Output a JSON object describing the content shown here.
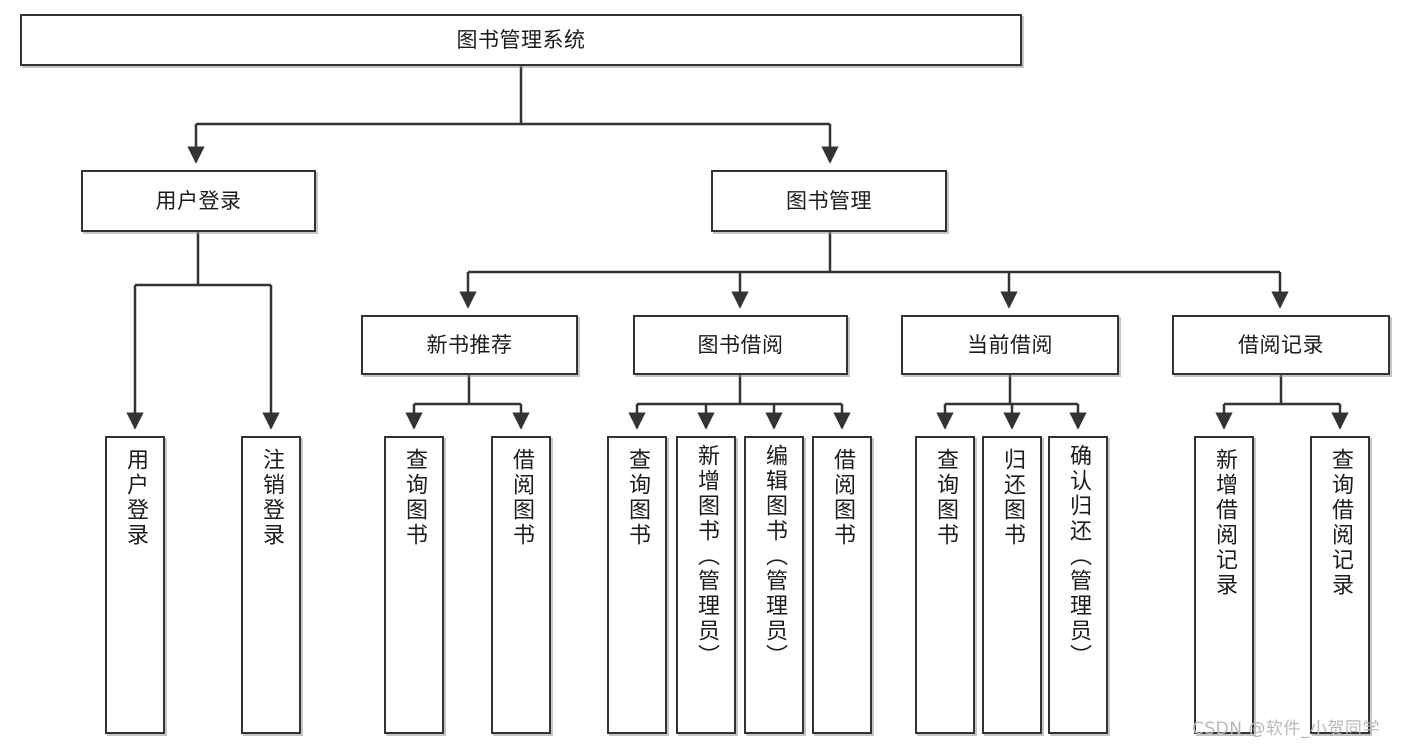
{
  "diagram": {
    "type": "tree-hierarchy",
    "title": "图书管理系统",
    "watermark": "CSDN @软件_小贺同学",
    "colors": {
      "background": "#ffffff",
      "box_border": "#333333",
      "box_fill": "#ffffff",
      "connector": "#333333",
      "text": "#1c1c1c",
      "watermark": "#b9b9b9"
    },
    "root": {
      "label": "图书管理系统",
      "orientation": "horizontal"
    },
    "level2": [
      {
        "label": "用户登录",
        "orientation": "horizontal"
      },
      {
        "label": "图书管理",
        "orientation": "horizontal"
      }
    ],
    "level3": [
      {
        "label": "新书推荐",
        "orientation": "horizontal"
      },
      {
        "label": "图书借阅",
        "orientation": "horizontal"
      },
      {
        "label": "当前借阅",
        "orientation": "horizontal"
      },
      {
        "label": "借阅记录",
        "orientation": "horizontal"
      }
    ],
    "leaves": {
      "user_login": [
        {
          "label": "用户登录",
          "orientation": "vertical"
        },
        {
          "label": "注销登录",
          "orientation": "vertical"
        }
      ],
      "new_book_recommend": [
        {
          "label": "查询图书",
          "orientation": "vertical"
        },
        {
          "label": "借阅图书",
          "orientation": "vertical"
        }
      ],
      "book_borrow": [
        {
          "label": "查询图书",
          "orientation": "vertical"
        },
        {
          "label": "新增图书（管理员）",
          "orientation": "vertical"
        },
        {
          "label": "编辑图书（管理员）",
          "orientation": "vertical"
        },
        {
          "label": "借阅图书",
          "orientation": "vertical"
        }
      ],
      "current_borrow": [
        {
          "label": "查询图书",
          "orientation": "vertical"
        },
        {
          "label": "归还图书",
          "orientation": "vertical"
        },
        {
          "label": "确认归还（管理员）",
          "orientation": "vertical"
        }
      ],
      "borrow_record": [
        {
          "label": "新增借阅记录",
          "orientation": "vertical"
        },
        {
          "label": "查询借阅记录",
          "orientation": "vertical"
        }
      ]
    }
  }
}
